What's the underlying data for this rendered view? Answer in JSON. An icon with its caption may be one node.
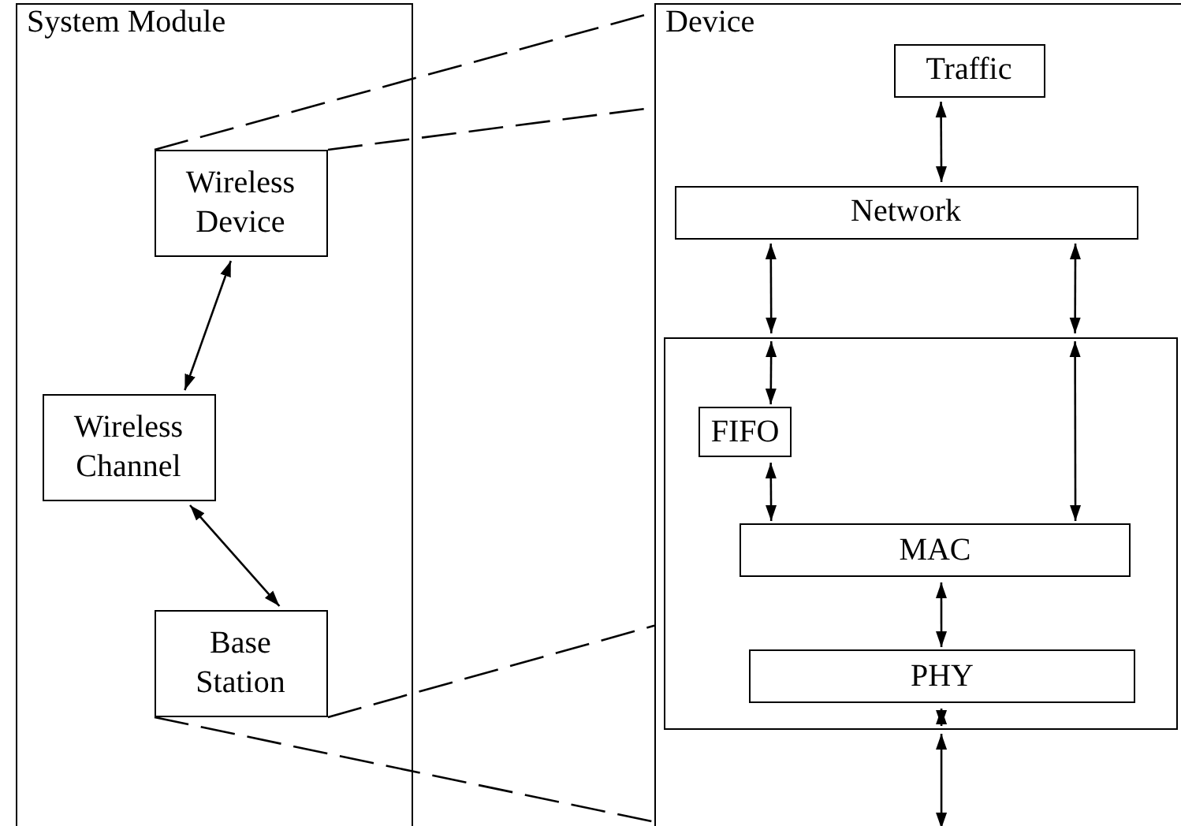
{
  "diagram": {
    "nodes": [
      {
        "text": [
          "System Module"
        ]
      },
      {
        "text": [
          "Wireless Device"
        ],
        "in": 0
      },
      {
        "text": [
          "Wireless Channel"
        ],
        "in": 0
      },
      {
        "text": [
          "Base Station"
        ],
        "in": 0
      },
      {
        "text": [
          "Device"
        ]
      },
      {
        "text": [
          "Traffic"
        ],
        "in": 4
      },
      {
        "text": [
          "Network"
        ],
        "in": 4
      },
      {
        "text": [],
        "shape": "box",
        "in": 4
      },
      {
        "text": [
          "FIFO"
        ],
        "in": 7
      },
      {
        "text": [
          "MAC"
        ],
        "in": 7
      },
      {
        "text": [
          "PHY"
        ],
        "in": 7
      }
    ],
    "edges": [
      {
        "from": 1,
        "to": 2,
        "arrow": "both"
      },
      {
        "from": 2,
        "to": 3,
        "arrow": "both"
      },
      {
        "from": 5,
        "to": 6,
        "arrow": "both"
      },
      {
        "from": 6,
        "to": 7,
        "arrow": "both"
      },
      {
        "from": 6,
        "to": 7,
        "arrow": "both"
      },
      {
        "from": 7,
        "to": 8,
        "arrow": "both"
      },
      {
        "from": 7,
        "to": 9,
        "arrow": "both"
      },
      {
        "from": 8,
        "to": 9,
        "arrow": "both"
      },
      {
        "from": 9,
        "to": 10,
        "arrow": "both"
      },
      {
        "from": 10,
        "to": 7,
        "arrow": "both"
      },
      {
        "from": 7,
        "to": null,
        "arrow": "both"
      },
      {
        "from": 1,
        "to": 4,
        "arrow": "none",
        "style": "dashed"
      },
      {
        "from": 1,
        "to": 4,
        "arrow": "none",
        "style": "dashed"
      },
      {
        "from": 3,
        "to": 4,
        "arrow": "none",
        "style": "dashed"
      },
      {
        "from": 3,
        "to": 4,
        "arrow": "none",
        "style": "dashed"
      }
    ]
  }
}
